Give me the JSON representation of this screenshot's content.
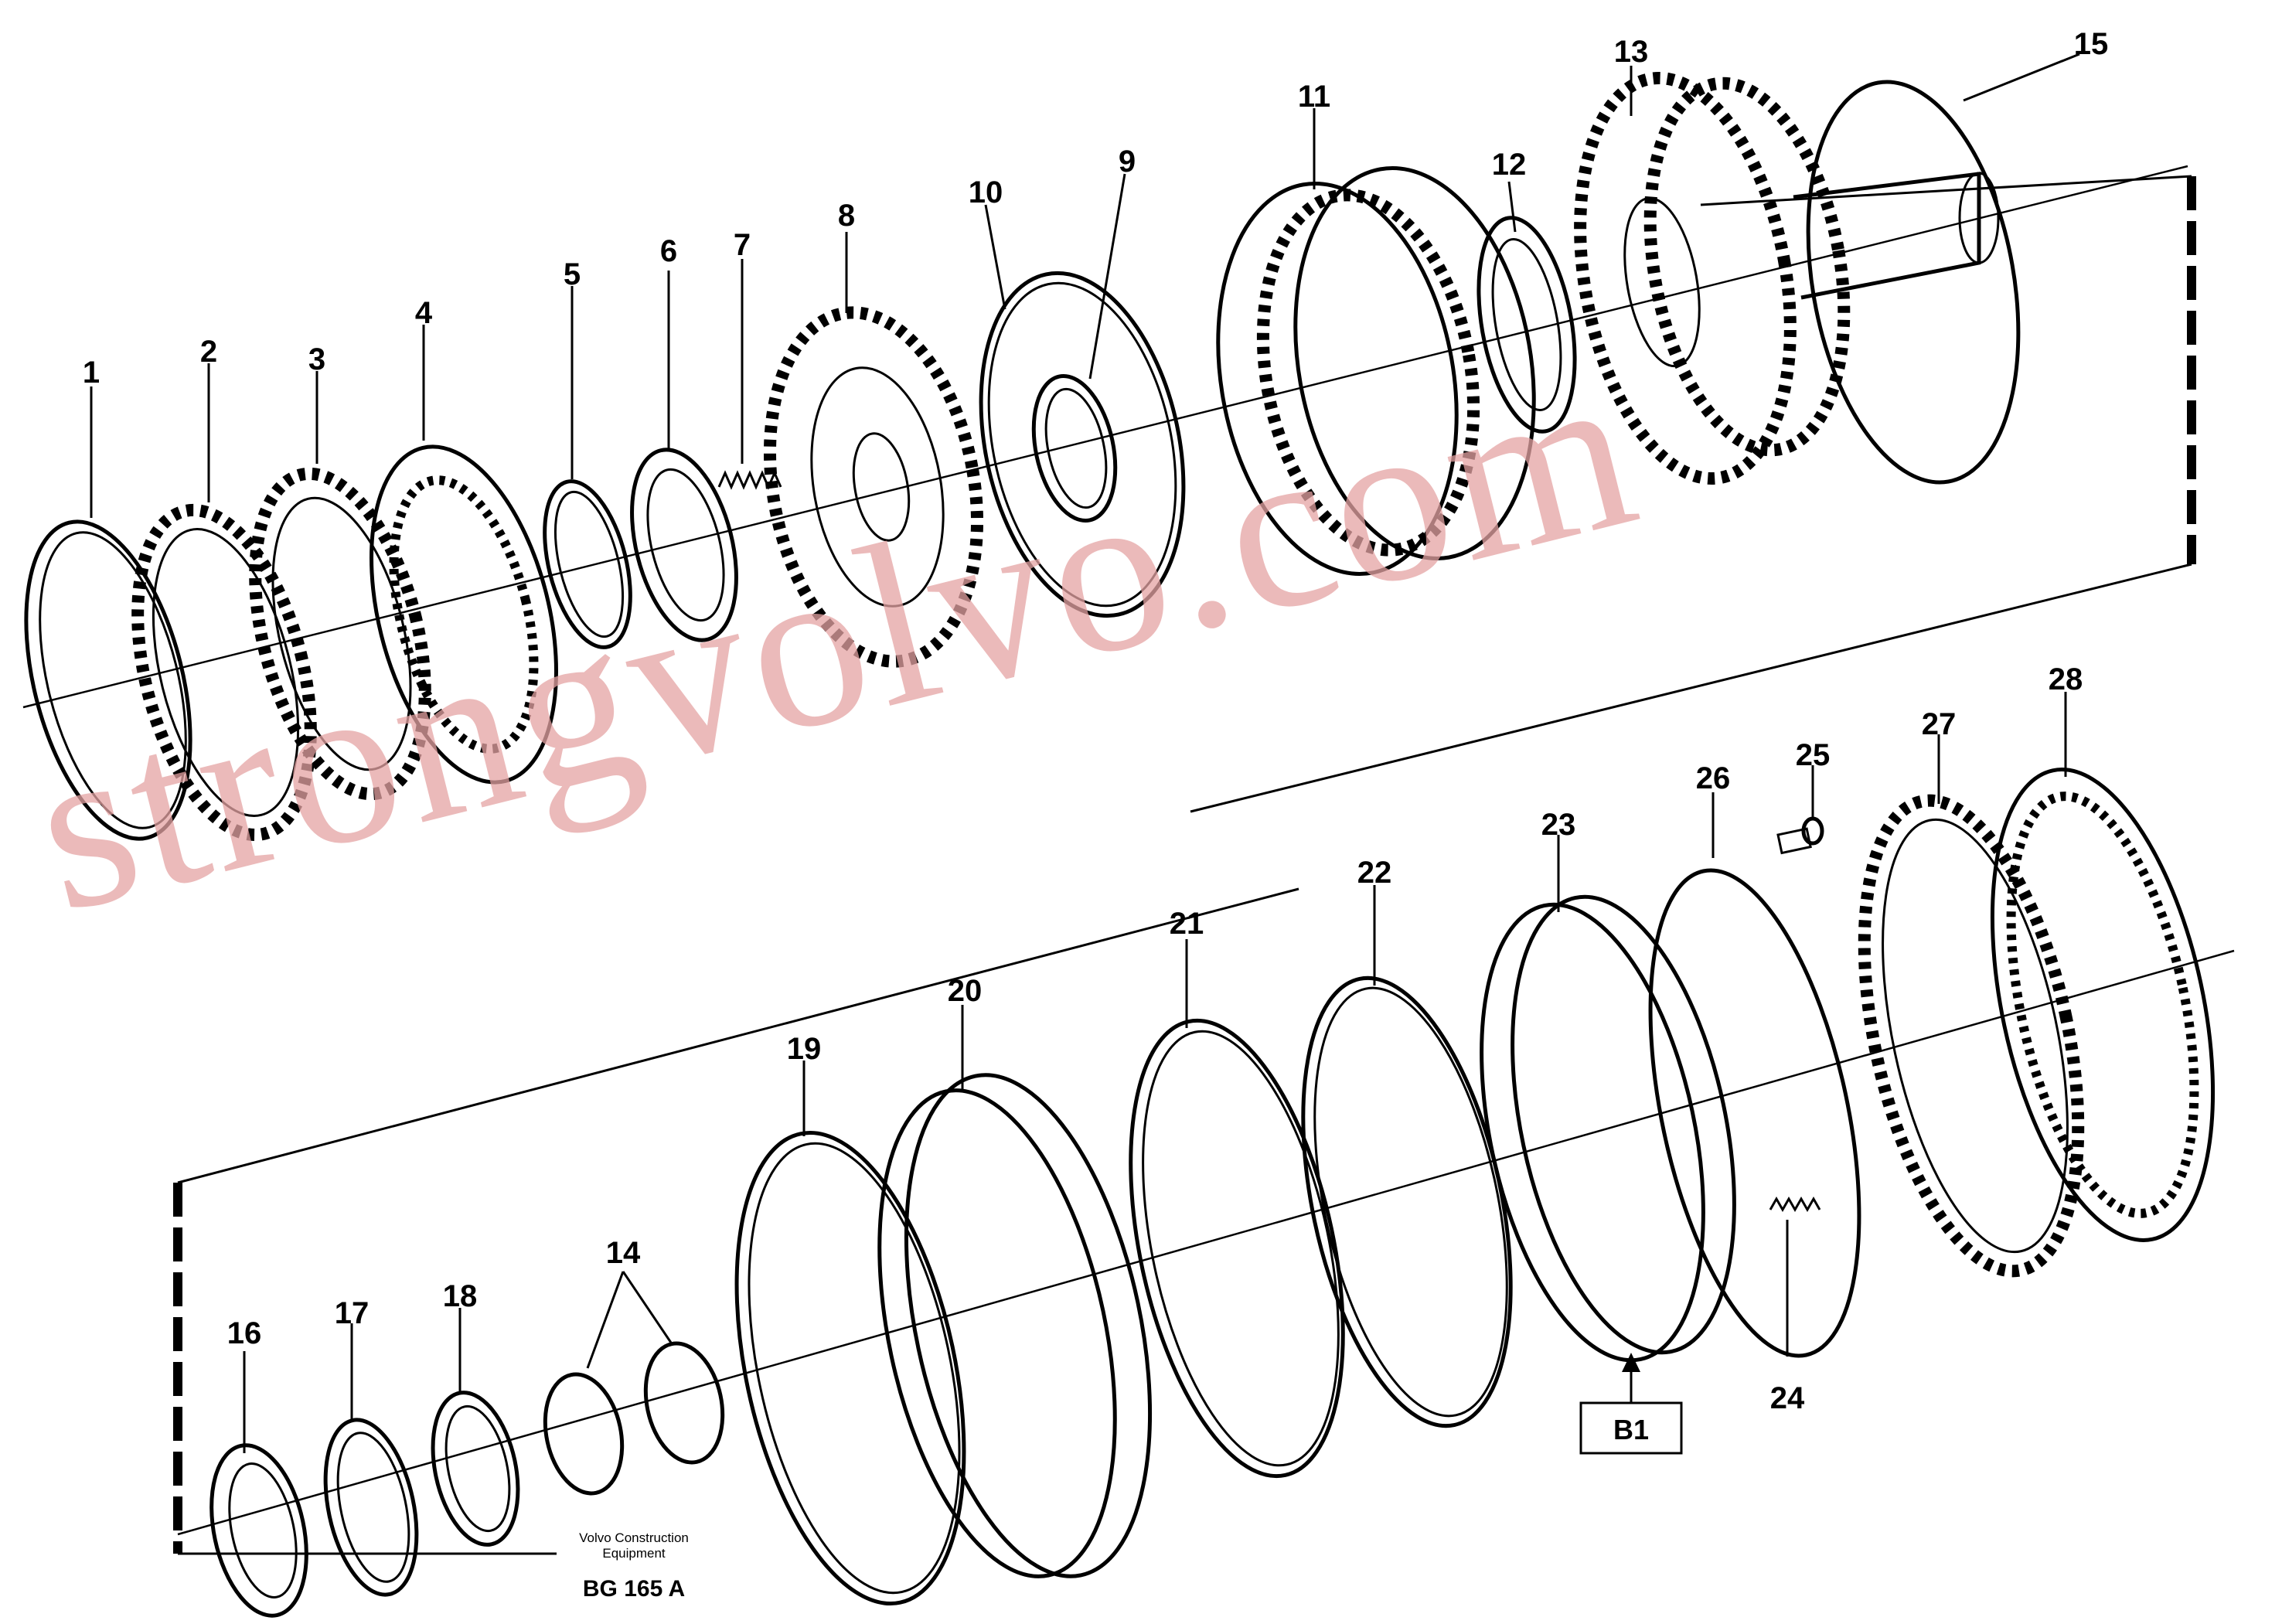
{
  "callouts": [
    {
      "id": "1",
      "text": "1"
    },
    {
      "id": "2",
      "text": "2"
    },
    {
      "id": "3",
      "text": "3"
    },
    {
      "id": "4",
      "text": "4"
    },
    {
      "id": "5",
      "text": "5"
    },
    {
      "id": "6",
      "text": "6"
    },
    {
      "id": "7",
      "text": "7"
    },
    {
      "id": "8",
      "text": "8"
    },
    {
      "id": "9",
      "text": "9"
    },
    {
      "id": "10",
      "text": "10"
    },
    {
      "id": "11",
      "text": "11"
    },
    {
      "id": "12",
      "text": "12"
    },
    {
      "id": "13",
      "text": "13"
    },
    {
      "id": "14",
      "text": "14"
    },
    {
      "id": "15",
      "text": "15"
    },
    {
      "id": "16",
      "text": "16"
    },
    {
      "id": "17",
      "text": "17"
    },
    {
      "id": "18",
      "text": "18"
    },
    {
      "id": "19",
      "text": "19"
    },
    {
      "id": "20",
      "text": "20"
    },
    {
      "id": "21",
      "text": "21"
    },
    {
      "id": "22",
      "text": "22"
    },
    {
      "id": "23",
      "text": "23"
    },
    {
      "id": "24",
      "text": "24"
    },
    {
      "id": "25",
      "text": "25"
    },
    {
      "id": "26",
      "text": "26"
    },
    {
      "id": "27",
      "text": "27"
    },
    {
      "id": "28",
      "text": "28"
    }
  ],
  "view_reference": "B1",
  "publisher_line1": "Volvo Construction",
  "publisher_line2": "Equipment",
  "drawing_code": "BG 165 A",
  "watermark": "strongvolvo.com",
  "colors": {
    "line": "#000000",
    "background": "#ffffff",
    "watermark": "#e4a3a3"
  }
}
